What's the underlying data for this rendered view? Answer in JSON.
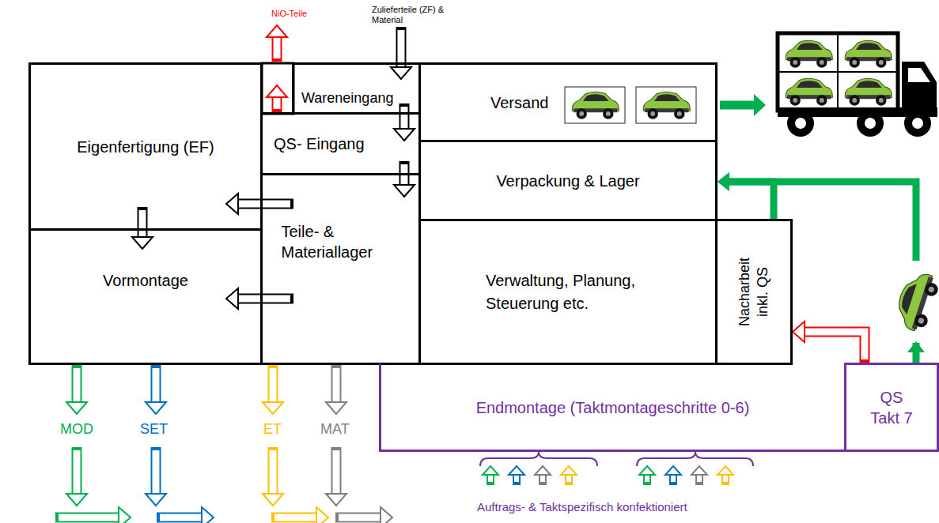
{
  "diagram": {
    "nodes": [
      {
        "text": [
          "Eigenfertigung (EF)"
        ]
      },
      {
        "text": [
          "Vormontage"
        ]
      },
      {
        "text": [
          "Wareneingang"
        ]
      },
      {
        "text": [
          "QS- Eingang"
        ]
      },
      {
        "text": [
          "Teile- & Materiallager"
        ]
      },
      {
        "text": [
          "Versand"
        ]
      },
      {
        "text": [
          "Verpackung & Lager"
        ]
      },
      {
        "text": [
          "Verwaltung, Planung, Steuerung etc."
        ]
      },
      {
        "text": [
          "Nacharbeit inkl. QS"
        ]
      },
      {
        "text": [
          "Endmontage (Taktmontageschritte 0-6)"
        ]
      },
      {
        "text": [
          "QS Takt 7"
        ]
      }
    ],
    "edges": [
      {
        "from": 2,
        "to": 3,
        "arrow": "to"
      },
      {
        "from": 3,
        "to": 4,
        "arrow": "to"
      },
      {
        "from": 4,
        "to": 0,
        "arrow": "to"
      },
      {
        "from": 4,
        "to": 1,
        "arrow": "to"
      },
      {
        "from": 0,
        "to": 1,
        "arrow": "to"
      },
      {
        "from": 10,
        "to": 8,
        "arrow": "to"
      },
      {
        "from": 8,
        "to": 6,
        "arrow": "to"
      },
      {
        "from": 10,
        "to": 6,
        "arrow": "to"
      }
    ],
    "labels": [
      "NiO-Teile",
      "Zulieferteile (ZF) & Material",
      "MOD",
      "SET",
      "ET",
      "MAT",
      "Auftrags- & Taktspezifisch konfektioniert"
    ]
  }
}
